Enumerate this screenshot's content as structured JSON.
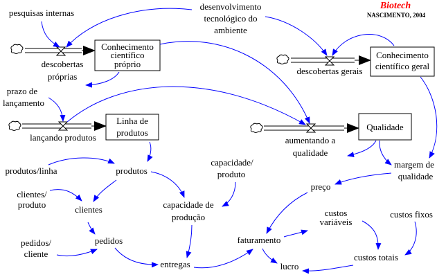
{
  "header": {
    "title": "Biotech",
    "subtitle": "NASCIMENTO, 2004",
    "title_color": "#ff0000"
  },
  "colors": {
    "link": "#0000ff",
    "stock": "#000000",
    "background": "#ffffff"
  },
  "stocks": {
    "conhecimento_proprio": [
      "Conhecimento",
      "científico",
      "próprio"
    ],
    "conhecimento_geral": [
      "Conhecimento",
      "científico geral"
    ],
    "linha_produtos": [
      "Linha de",
      "produtos"
    ],
    "qualidade": [
      "Qualidade"
    ]
  },
  "flows": {
    "descobertas_proprias": [
      "descobertas",
      "próprias"
    ],
    "descobertas_gerais": [
      "descobertas gerais"
    ],
    "lancando_produtos": [
      "lançando produtos"
    ],
    "aumentando_qualidade": [
      "aumentando a",
      "qualidade"
    ]
  },
  "variables": {
    "pesquisas_internas": [
      "pesquisas internas"
    ],
    "desenvolvimento": [
      "desenvolvimento",
      "tecnológico do",
      "ambiente"
    ],
    "prazo_lancamento": [
      "prazo de",
      "lançamento"
    ],
    "produtos_linha": [
      "produtos/linha"
    ],
    "produtos": [
      "produtos"
    ],
    "clientes_produto": [
      "clientes/",
      "produto"
    ],
    "clientes": [
      "clientes"
    ],
    "pedidos_cliente": [
      "pedidos/",
      "cliente"
    ],
    "pedidos": [
      "pedidos"
    ],
    "capacidade_produto": [
      "capacidade/",
      "produto"
    ],
    "capacidade_producao": [
      "capacidade de",
      "produção"
    ],
    "entregas": [
      "entregas"
    ],
    "margem_qualidade": [
      "margem de",
      "qualidade"
    ],
    "preco": [
      "preço"
    ],
    "faturamento": [
      "faturamento"
    ],
    "custos_variaveis": [
      "custos",
      "variáveis"
    ],
    "custos_fixos": [
      "custos fixos"
    ],
    "custos_totais": [
      "custos totais"
    ],
    "lucro": [
      "lucro"
    ]
  },
  "links": [
    {
      "from": "pesquisas_internas",
      "to": "descobertas_proprias"
    },
    {
      "from": "desenvolvimento",
      "to": "descobertas_proprias"
    },
    {
      "from": "desenvolvimento",
      "to": "descobertas_gerais"
    },
    {
      "from": "conhecimento_geral",
      "to": "descobertas_gerais"
    },
    {
      "from": "conhecimento_proprio",
      "to": "descobertas_proprias"
    },
    {
      "from": "conhecimento_proprio",
      "to": "aumentando_qualidade"
    },
    {
      "from": "lancando_produtos",
      "to": "aumentando_qualidade"
    },
    {
      "from": "prazo_lancamento",
      "to": "lancando_produtos"
    },
    {
      "from": "linha_produtos",
      "to": "produtos"
    },
    {
      "from": "produtos_linha",
      "to": "produtos"
    },
    {
      "from": "produtos",
      "to": "clientes"
    },
    {
      "from": "produtos",
      "to": "capacidade_producao"
    },
    {
      "from": "clientes_produto",
      "to": "clientes"
    },
    {
      "from": "clientes",
      "to": "pedidos"
    },
    {
      "from": "pedidos_cliente",
      "to": "pedidos"
    },
    {
      "from": "pedidos",
      "to": "entregas"
    },
    {
      "from": "capacidade_produto",
      "to": "capacidade_producao"
    },
    {
      "from": "capacidade_producao",
      "to": "entregas"
    },
    {
      "from": "entregas",
      "to": "faturamento"
    },
    {
      "from": "qualidade",
      "to": "aumentando_qualidade"
    },
    {
      "from": "qualidade",
      "to": "margem_qualidade"
    },
    {
      "from": "conhecimento_geral",
      "to": "margem_qualidade"
    },
    {
      "from": "margem_qualidade",
      "to": "preco"
    },
    {
      "from": "preco",
      "to": "faturamento"
    },
    {
      "from": "faturamento",
      "to": "custos_variaveis"
    },
    {
      "from": "faturamento",
      "to": "lucro"
    },
    {
      "from": "custos_variaveis",
      "to": "custos_totais"
    },
    {
      "from": "custos_fixos",
      "to": "custos_totais"
    },
    {
      "from": "custos_totais",
      "to": "lucro"
    }
  ]
}
